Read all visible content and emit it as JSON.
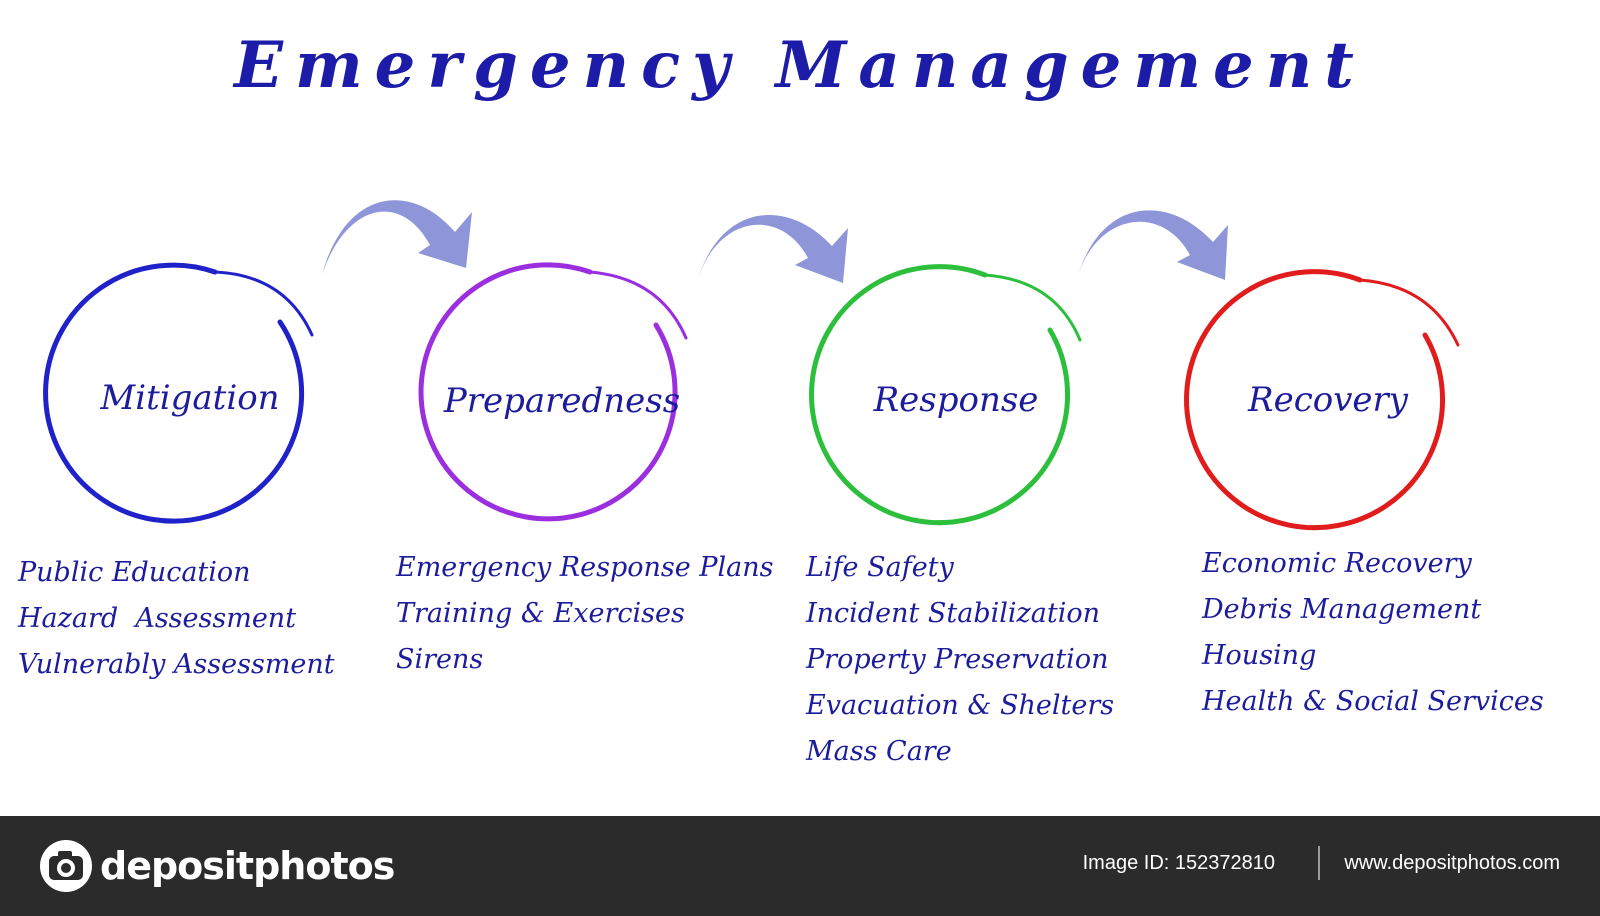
{
  "title": "Emergency Management",
  "stages": [
    {
      "label": "Mitigation",
      "color": "#1f22c9",
      "items": [
        "Public Education",
        "Hazard  Assessment",
        "Vulnerably Assessment"
      ]
    },
    {
      "label": "Preparedness",
      "color": "#9b2fe0",
      "items": [
        "Emergency Response Plans",
        "Training & Exercises",
        "Sirens"
      ]
    },
    {
      "label": "Response",
      "color": "#2cbf3c",
      "items": [
        "Life Safety",
        "Incident Stabilization",
        "Property Preservation",
        "Evacuation & Shelters",
        "Mass Care"
      ]
    },
    {
      "label": "Recovery",
      "color": "#e01c1c",
      "items": [
        "Economic Recovery",
        "Debris Management",
        "Housing",
        "Health & Social Services"
      ]
    }
  ],
  "arrow_color": "#8e95d8",
  "footer": {
    "logo_text": "depositphotos",
    "image_id": "Image ID: 152372810",
    "site": "www.depositphotos.com"
  }
}
